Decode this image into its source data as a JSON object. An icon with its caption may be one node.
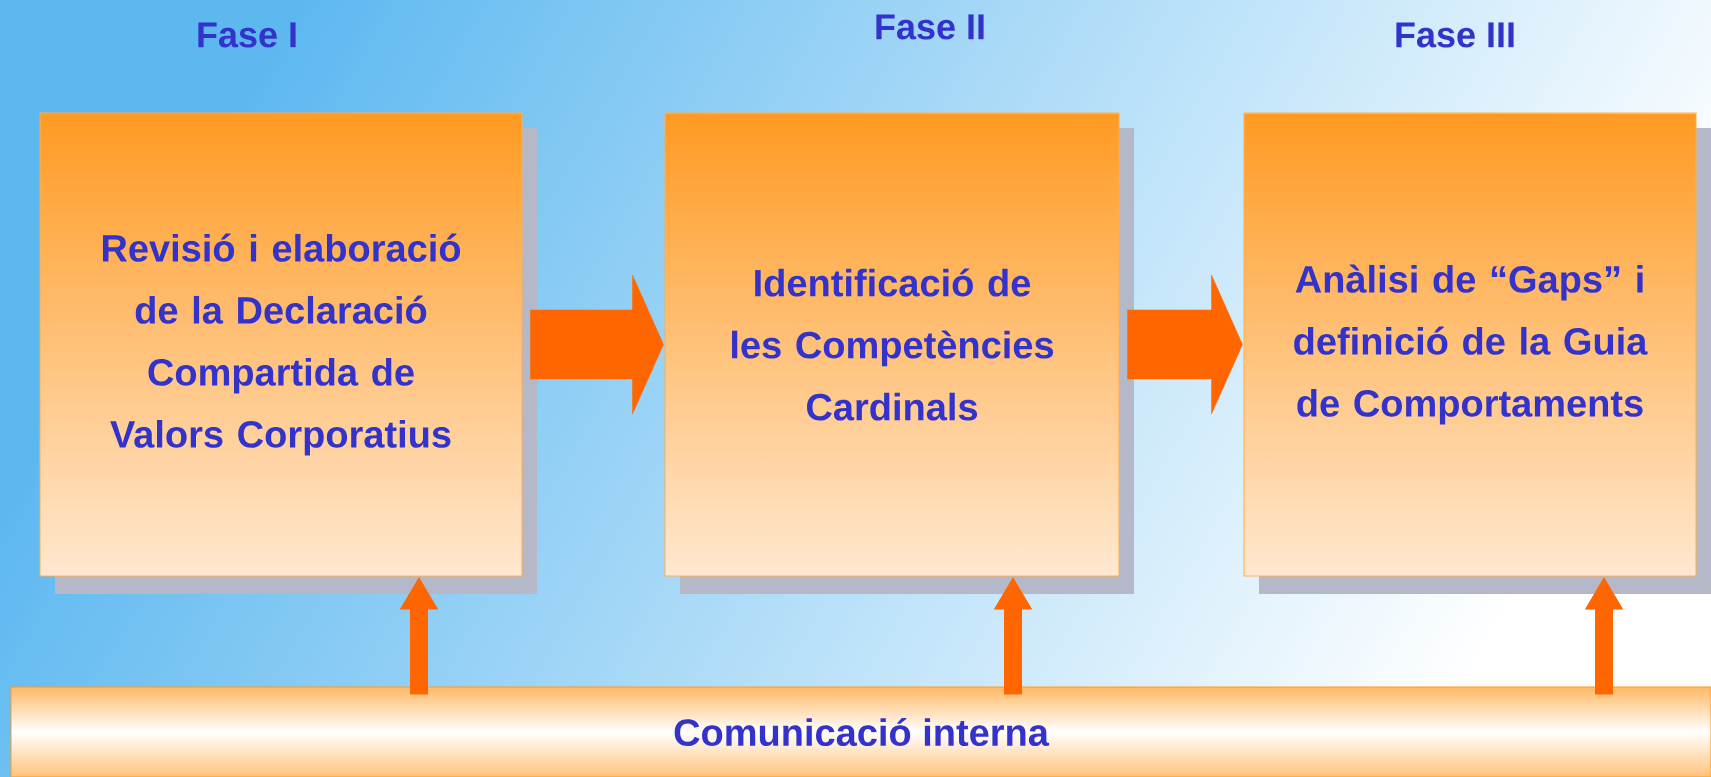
{
  "diagram": {
    "nodes": [
      {
        "text": [
          "Fase I",
          "Revisió i elaboració de la Declaració Compartida de Valors Corporatius"
        ]
      },
      {
        "text": [
          "Fase II",
          "Identificació de les Competències Cardinals"
        ]
      },
      {
        "text": [
          "Fase III",
          "Anàlisi de “Gaps” i definició de la Guia de Comportaments"
        ]
      },
      {
        "text": [
          "Comunicació interna"
        ]
      }
    ],
    "edges": [
      {
        "from": 0,
        "to": 1,
        "arrow": "to",
        "style": "thick"
      },
      {
        "from": 1,
        "to": 2,
        "arrow": "to",
        "style": "thick"
      },
      {
        "from": 3,
        "to": 0,
        "arrow": "to"
      },
      {
        "from": 3,
        "to": 1,
        "arrow": "to"
      },
      {
        "from": 3,
        "to": 2,
        "arrow": "to"
      }
    ]
  }
}
